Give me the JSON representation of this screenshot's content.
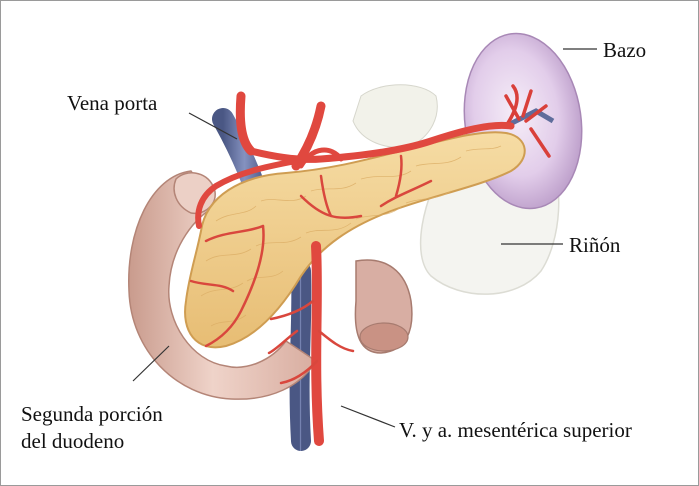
{
  "labels": {
    "vena_porta": "Vena porta",
    "bazo": "Bazo",
    "rinon": "Riñón",
    "segunda_1": "Segunda porción",
    "segunda_2": "del duodeno",
    "mesenterica": "V. y a. mesentérica superior"
  },
  "colors": {
    "pancreas": "#f1cf8c",
    "pancreas_edge": "#d9a95a",
    "artery": "#e0483f",
    "vein": "#5f6d9c",
    "duodenum": "#e3bfb4",
    "spleen": "#d8c2e2",
    "kidney": "#f3f3ef"
  }
}
